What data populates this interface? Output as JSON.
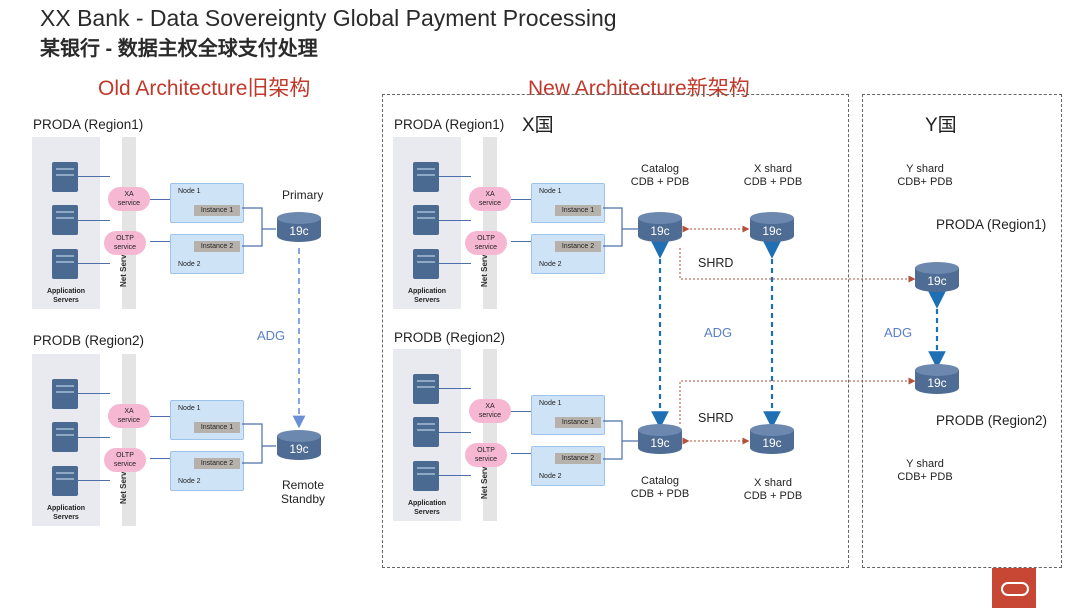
{
  "title_en": "XX Bank - Data Sovereignty Global Payment Processing",
  "title_cn": "某银行 - 数据主权全球支付处理",
  "old_title": "Old Architecture旧架构",
  "new_title": "New Architecture新架构",
  "country_x": "X国",
  "country_y": "Y国",
  "proda": "PRODA (Region1)",
  "prodb": "PRODB (Region2)",
  "panel": {
    "xa": "XA\nservice",
    "oltp": "OLTP\nservice",
    "node1": "Node 1",
    "node2": "Node 2",
    "instance1": "Instance 1",
    "instance2": "Instance 2",
    "app_servers": "Application\nServers",
    "net_service": "Net Service"
  },
  "db_label": "19c",
  "old": {
    "primary": "Primary",
    "remote_standby": "Remote\nStandby",
    "adg": "ADG"
  },
  "new": {
    "catalog": "Catalog\nCDB + PDB",
    "x_shard": "X shard\nCDB + PDB",
    "y_shard": "Y shard\nCDB+ PDB",
    "shrd": "SHRD",
    "adg": "ADG"
  },
  "colors": {
    "accent_red": "#c0392b",
    "db_blue": "#4e6c94",
    "adg_blue": "#5b7fc7",
    "oracle_red": "#c74634"
  }
}
